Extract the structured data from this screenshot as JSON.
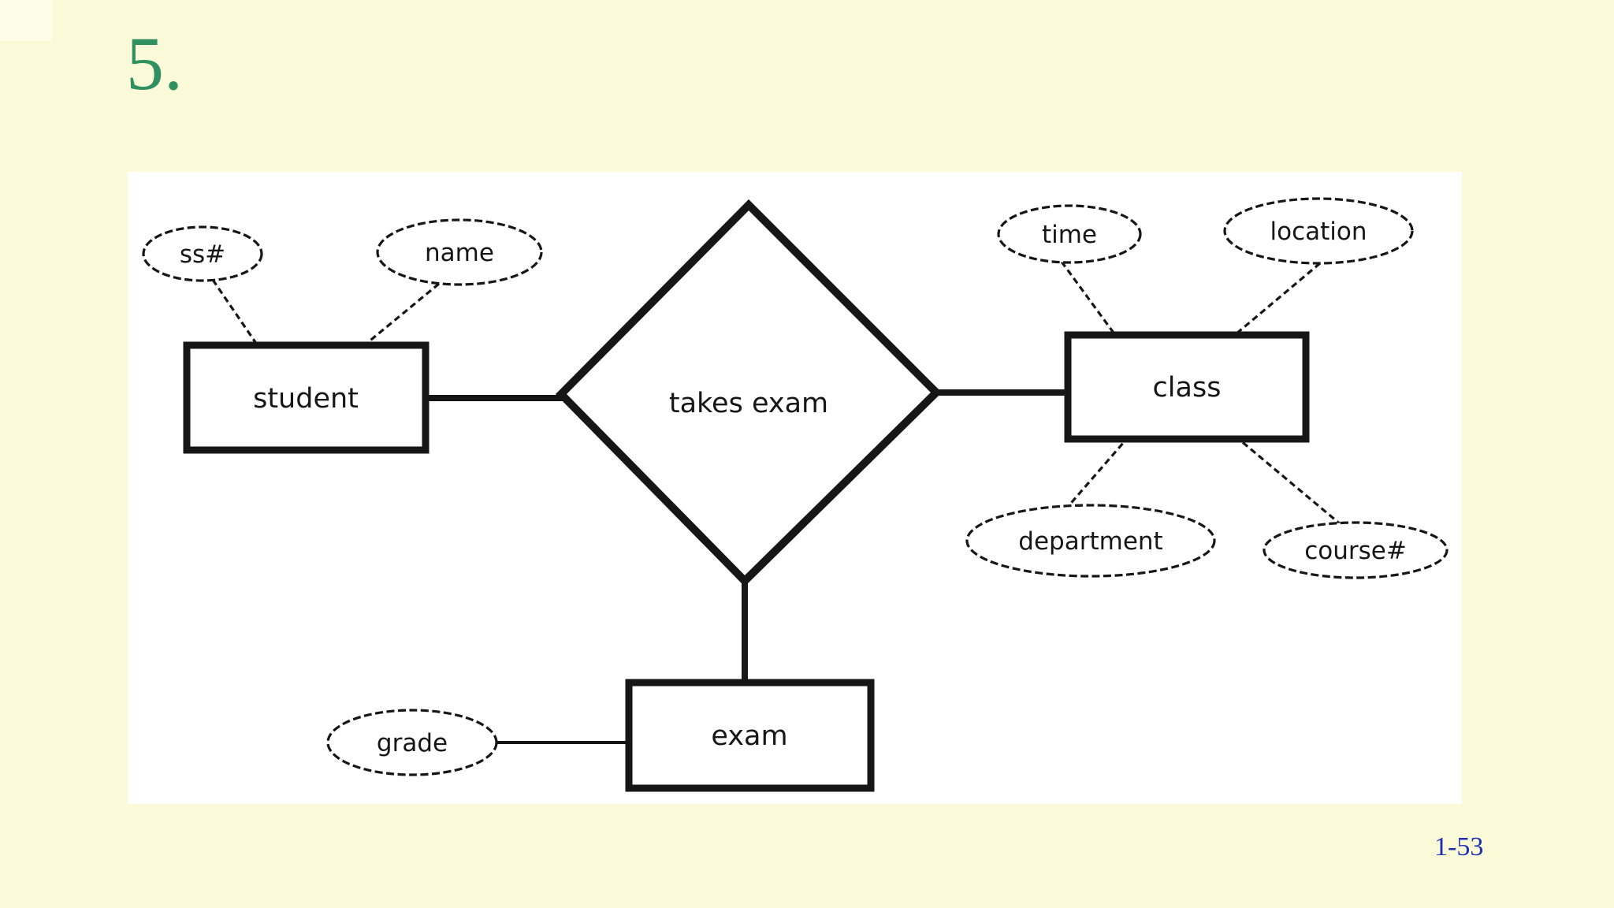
{
  "slide": {
    "number_label": "5.",
    "page_label": "1-53",
    "colors": {
      "background": "#FAFAD9",
      "heading_green": "#2F8F5F",
      "page_number_blue": "#1C2FAE",
      "panel_white": "#FFFFFF",
      "diagram_ink": "#161616"
    }
  },
  "diagram": {
    "type": "er-diagram",
    "entities": [
      {
        "id": "student",
        "label": "student"
      },
      {
        "id": "class",
        "label": "class"
      },
      {
        "id": "exam",
        "label": "exam"
      }
    ],
    "relationships": [
      {
        "id": "takes-exam",
        "label": "takes exam",
        "connects": [
          "student",
          "class",
          "exam"
        ]
      }
    ],
    "attributes": [
      {
        "id": "ssn",
        "label": "ss#",
        "of": "student"
      },
      {
        "id": "name",
        "label": "name",
        "of": "student"
      },
      {
        "id": "time",
        "label": "time",
        "of": "class"
      },
      {
        "id": "location",
        "label": "location",
        "of": "class"
      },
      {
        "id": "department",
        "label": "department",
        "of": "class"
      },
      {
        "id": "course-number",
        "label": "course#",
        "of": "class"
      },
      {
        "id": "grade",
        "label": "grade",
        "of": "exam"
      }
    ]
  }
}
